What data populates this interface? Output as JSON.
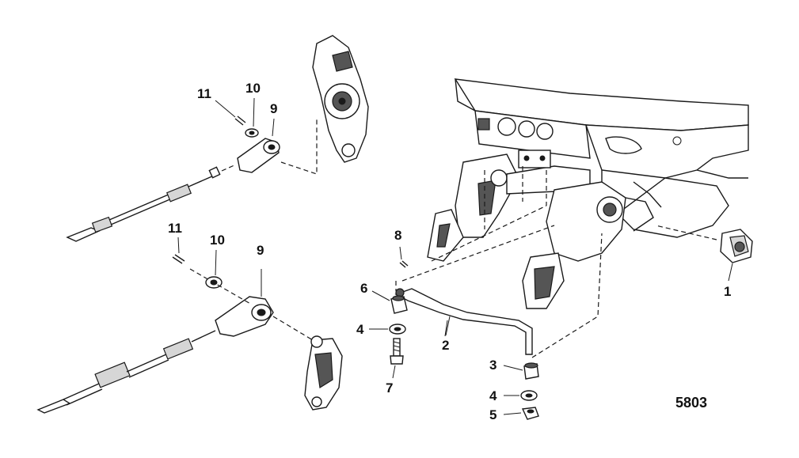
{
  "diagram": {
    "figure_number": "5803",
    "callouts": {
      "part_1": "1",
      "part_2": "2",
      "part_3": "3",
      "part_4_upper": "4",
      "part_4_lower": "4",
      "part_5": "5",
      "part_6": "6",
      "part_7": "7",
      "part_8": "8",
      "part_9_upper": "9",
      "part_9_lower": "9",
      "part_10_upper": "10",
      "part_10_lower": "10",
      "part_11_upper": "11",
      "part_11_lower": "11"
    }
  }
}
